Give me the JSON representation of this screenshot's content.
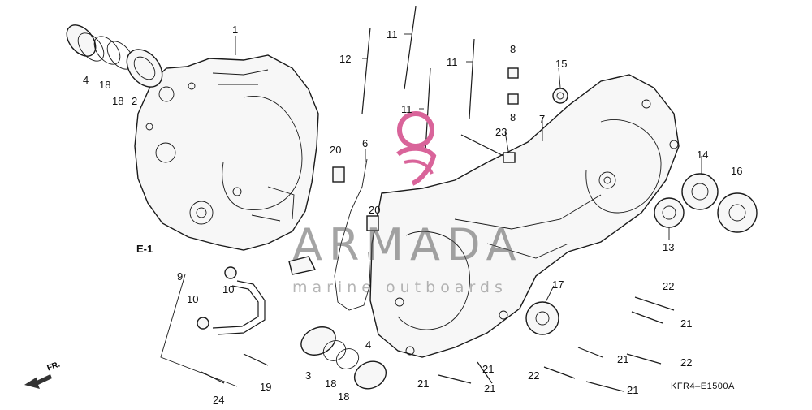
{
  "diagram": {
    "part_labels": [
      "1",
      "2",
      "3",
      "4",
      "4",
      "6",
      "7",
      "8",
      "8",
      "9",
      "10",
      "10",
      "11",
      "11",
      "11",
      "12",
      "13",
      "14",
      "15",
      "16",
      "17",
      "18",
      "18",
      "18",
      "18",
      "19",
      "20",
      "20",
      "21",
      "21",
      "21",
      "21",
      "21",
      "21",
      "22",
      "22",
      "22",
      "22",
      "23",
      "24"
    ],
    "section_ref": "E-1",
    "direction_marker": "FR.",
    "drawing_code": "KFR4–E1500A"
  },
  "watermark": {
    "title": "ARMADA",
    "subtitle": "marine outboards"
  },
  "colors": {
    "watermark_accent": "#d9649a",
    "line": "#1a1a1a"
  }
}
